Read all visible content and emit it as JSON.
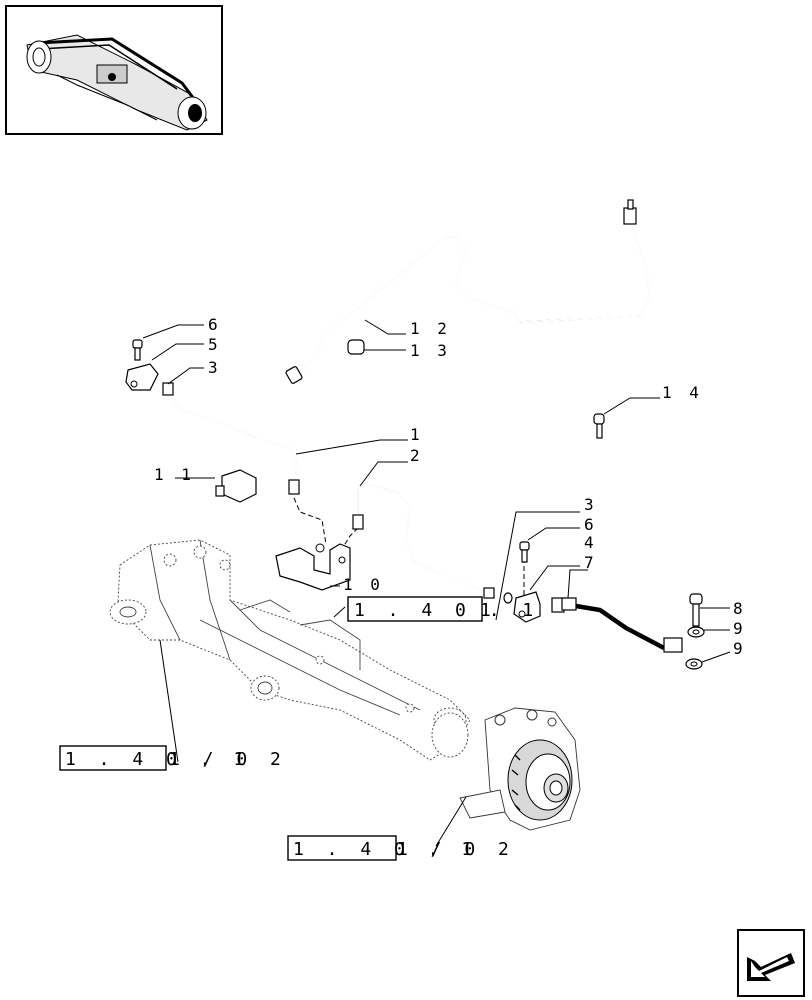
{
  "callouts": {
    "c1": "1",
    "c2": "2",
    "c3a": "3",
    "c3b": "3",
    "c4": "4",
    "c5": "5",
    "c6a": "6",
    "c6b": "6",
    "c7": "7",
    "c8": "8",
    "c9a": "9",
    "c9b": "9",
    "c10": "1 0",
    "c11": "1 1",
    "c12": "1 2",
    "c13": "1 3",
    "c14": "1 4"
  },
  "references": {
    "r1_box": "1 . 4 0 . 1",
    "r1_tail": "1",
    "r2_box": "1 . 4 0 . 1",
    "r2_tail": "1 / 0 2",
    "r3_box": "1 . 4 0 . 1",
    "r3_tail": "1 / 0 2"
  },
  "icons": {
    "thumbnail": "axle-assembly-thumbnail",
    "navigation": "next-page-arrow-icon"
  }
}
